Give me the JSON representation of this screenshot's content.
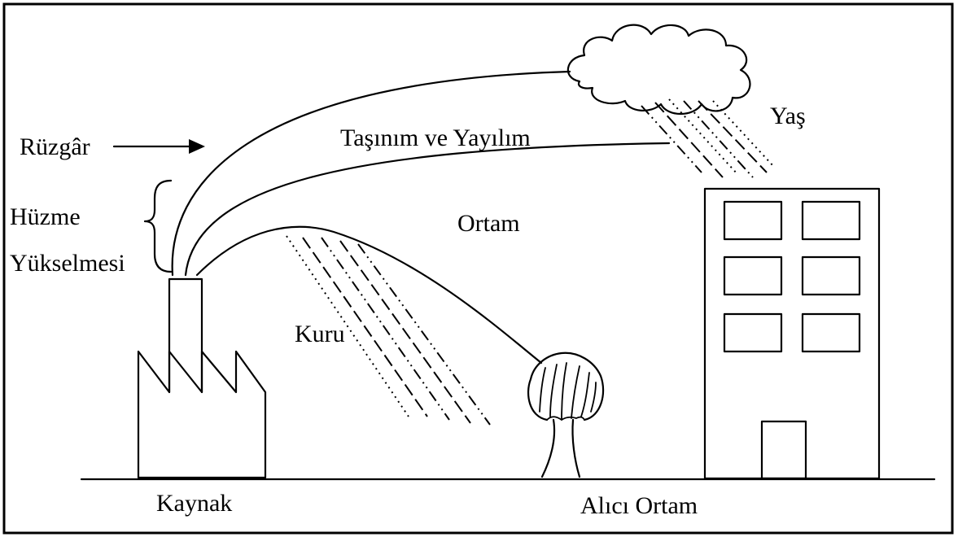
{
  "labels": {
    "wind": "Rüzgâr",
    "plume": "Hüzme",
    "rise": "Yükselmesi",
    "transport": "Taşınım ve Yayılım",
    "wet": "Yaş",
    "medium": "Ortam",
    "dry": "Kuru",
    "source": "Kaynak",
    "receptor": "Alıcı Ortam"
  }
}
